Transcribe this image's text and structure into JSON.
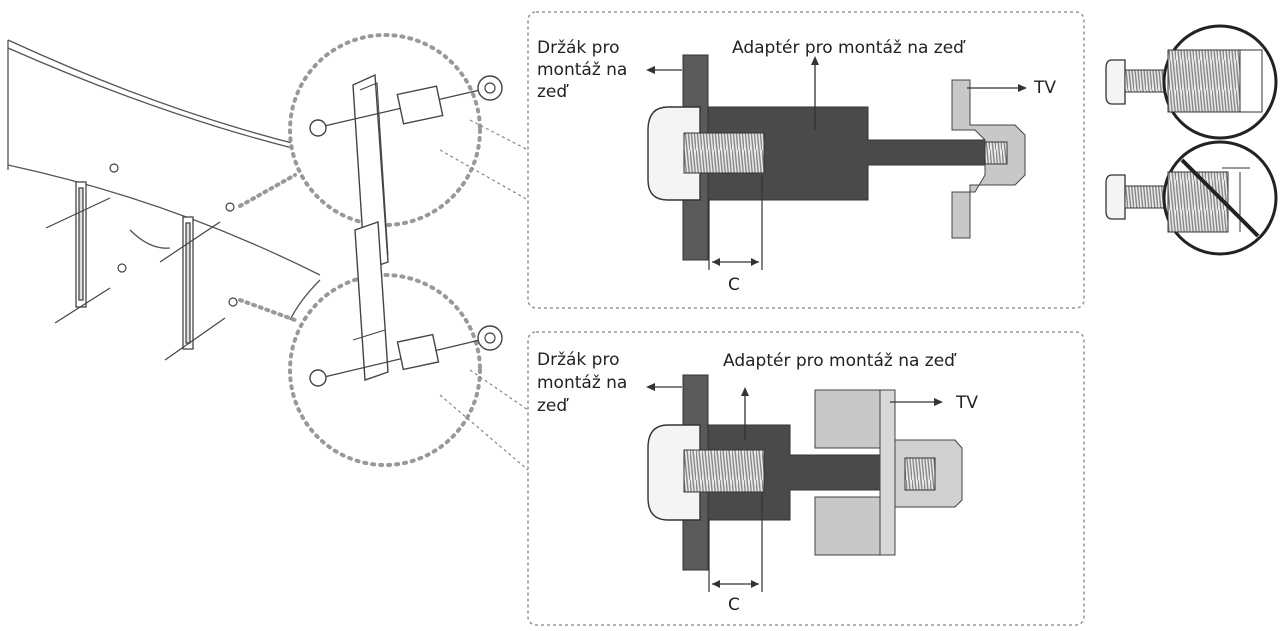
{
  "panels": [
    {
      "bracket_label_lines": [
        "Držák pro",
        "montáž na",
        "zeď"
      ],
      "adapter_label": "Adaptér pro montáž na zeď",
      "tv_label": "TV",
      "dimension_label": "C"
    },
    {
      "bracket_label_lines": [
        "Držák pro",
        "montáž na",
        "zeď"
      ],
      "adapter_label": "Adaptér pro montáž na zeď",
      "tv_label": "TV",
      "dimension_label": "C"
    }
  ],
  "colors": {
    "line": "#333333",
    "dark_fill": "#4a4a4a",
    "bracket_fill": "#5a5a5a",
    "light_fill": "#c8c8c8",
    "screw_fill": "#f4f4f4",
    "dots": "#999999"
  },
  "icons": [
    "screw-correct-icon",
    "screw-incorrect-icon",
    "prohibited-icon"
  ]
}
